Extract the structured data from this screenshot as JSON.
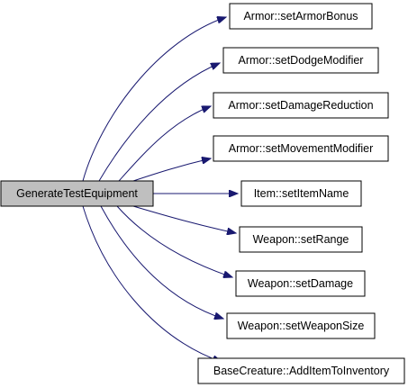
{
  "graph": {
    "source": {
      "label": "GenerateTestEquipment",
      "fill": "#bfbfbf"
    },
    "targets": [
      {
        "label": "Armor::setArmorBonus"
      },
      {
        "label": "Armor::setDodgeModifier"
      },
      {
        "label": "Armor::setDamageReduction"
      },
      {
        "label": "Armor::setMovementModifier"
      },
      {
        "label": "Item::setItemName"
      },
      {
        "label": "Weapon::setRange"
      },
      {
        "label": "Weapon::setDamage"
      },
      {
        "label": "Weapon::setWeaponSize"
      },
      {
        "label": "BaseCreature::AddItemToInventory"
      }
    ],
    "colors": {
      "edge": "#191970",
      "target_fill": "#ffffff",
      "border": "#000000",
      "text": "#000000"
    }
  }
}
